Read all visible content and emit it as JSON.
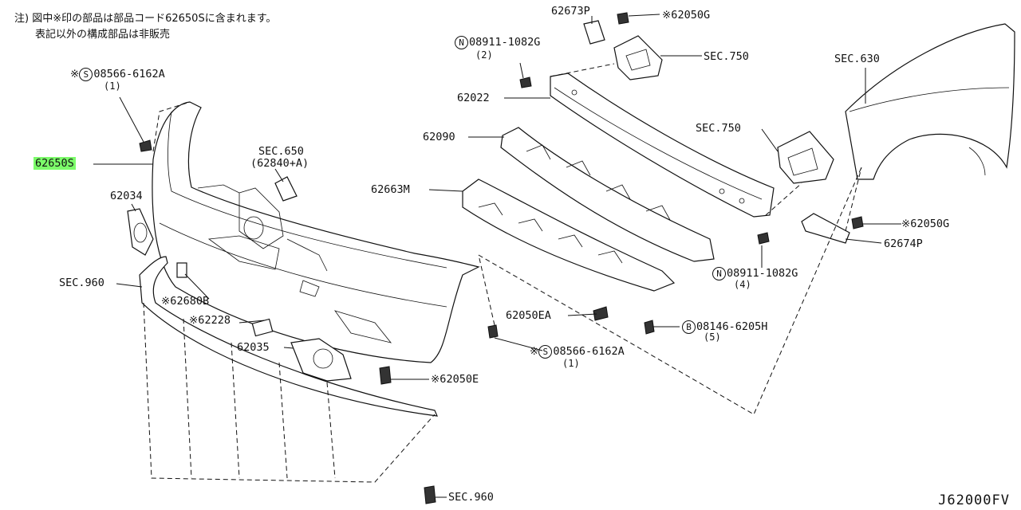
{
  "notes": [
    "注) 図中※印の部品は部品コード62650Sに含まれます。",
    "表記以外の構成部品は非販売"
  ],
  "labels": {
    "p62673P": "62673P",
    "p62050G_top": "※62050G",
    "p08911_top": "08911-1082G",
    "p08911_top_qty": "(2)",
    "sec750_top": "SEC.750",
    "sec630": "SEC.630",
    "p08566_top": "08566-6162A",
    "p08566_top_qty": "(1)",
    "p62022": "62022",
    "p62650S": "62650S",
    "sec650": "SEC.650",
    "sec650_sub": "(62840+A)",
    "p62090": "62090",
    "sec750_mid": "SEC.750",
    "p62034": "62034",
    "p62663M": "62663M",
    "p62050G_right": "※62050G",
    "p62674P": "62674P",
    "sec960_left": "SEC.960",
    "p08911_mid": "08911-1082G",
    "p08911_mid_qty": "(4)",
    "p62680B": "※62680B",
    "p62050EA": "62050EA",
    "p08146": "08146-6205H",
    "p08146_qty": "(5)",
    "p62228": "※62228",
    "p08566_mid": "08566-6162A",
    "p08566_mid_qty": "(1)",
    "p62035": "62035",
    "p62050E": "※62050E",
    "sec960_bottom": "SEC.960"
  },
  "marks": {
    "star": "※",
    "N": "N",
    "S": "S",
    "B": "B"
  },
  "drawing_code": "J62000FV",
  "highlight_color": "#7CFC6A"
}
